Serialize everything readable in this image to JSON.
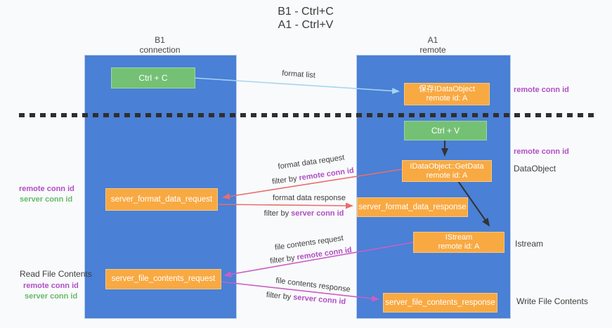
{
  "title": {
    "line1": "B1 - Ctrl+C",
    "line2": "A1 - Ctrl+V"
  },
  "lanes": {
    "left": {
      "name": "B1",
      "role": "connection"
    },
    "right": {
      "name": "A1",
      "role": "remote"
    }
  },
  "nodes": {
    "ctrl_c": {
      "label": "Ctrl + C"
    },
    "ctrl_v": {
      "label": "Ctrl + V"
    },
    "save_dataobject": {
      "line1": "保存IDataObject",
      "line2": "remote id: A"
    },
    "getdata": {
      "line1": "IDataObject::GetData",
      "line2": "remote id: A"
    },
    "istream": {
      "line1": "IStream",
      "line2": "remote id: A"
    },
    "server_format_data_request": {
      "label": "server_format_data_request"
    },
    "server_format_data_response": {
      "label": "server_format_data_response"
    },
    "server_file_contents_request": {
      "label": "server_file_contents_request"
    },
    "server_file_contents_response": {
      "label": "server_file_contents_response"
    }
  },
  "messages": {
    "format_list": {
      "label": "format list"
    },
    "format_data_request": {
      "label": "format data request",
      "filter_prefix": "filter by ",
      "filter_key": "remote conn id"
    },
    "format_data_response": {
      "label": "format data response",
      "filter_prefix": "filter by ",
      "filter_key": "server conn id"
    },
    "file_contents_request": {
      "label": "file contents request",
      "filter_prefix": "filter by ",
      "filter_key": "remote conn id"
    },
    "file_contents_response": {
      "label": "file contents response",
      "filter_prefix": "filter by ",
      "filter_key": "server conn id"
    }
  },
  "side_labels": {
    "right_remote_conn_id_top": "remote conn id",
    "right_remote_conn_id_mid": "remote conn id",
    "right_dataobject": "DataObject",
    "right_istream": "Istream",
    "right_write_file_contents": "Write File Contents",
    "left_remote_conn_id_top": "remote conn id",
    "left_server_conn_id_top": "server conn id",
    "left_read_file_contents": "Read File Contents",
    "left_remote_conn_id_bottom": "remote conn id",
    "left_server_conn_id_bottom": "server conn id"
  },
  "colors": {
    "lane_blue": "#4a80d5",
    "node_green": "#74c175",
    "node_orange": "#f8a942",
    "remote_conn_purple": "#b04fc4",
    "server_conn_green": "#68b969",
    "arrow_light_blue": "#a5d5f2",
    "arrow_salmon": "#e86e6e",
    "arrow_magenta": "#ca5ec6",
    "arrow_black": "#333333",
    "dashed_line": "#2f2f2f"
  }
}
